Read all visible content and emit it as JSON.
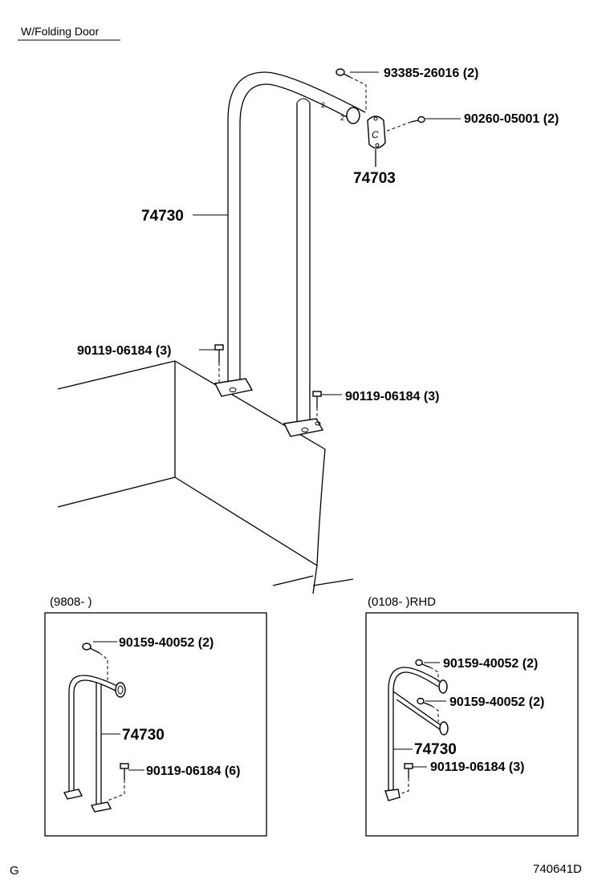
{
  "header": {
    "title": "W/Folding Door"
  },
  "main_diagram": {
    "callouts": {
      "bolt_top": "93385-26016 (2)",
      "screw_right": "90260-05001 (2)",
      "bracket": "74703",
      "handle": "74730",
      "bolt_left": "90119-06184 (3)",
      "bolt_right": "90119-06184 (3)"
    }
  },
  "inset_left": {
    "period": "(9808-        )",
    "callouts": {
      "bolt_top": "90159-40052 (2)",
      "handle": "74730",
      "bolt_bottom": "90119-06184 (6)"
    }
  },
  "inset_right": {
    "period": "(0108-        )RHD",
    "callouts": {
      "bolt_top": "90159-40052 (2)",
      "bolt_mid": "90159-40052 (2)",
      "handle": "74730",
      "bolt_bottom": "90119-06184 (3)"
    }
  },
  "footer": {
    "left_code": "G",
    "diagram_id": "740641D"
  }
}
